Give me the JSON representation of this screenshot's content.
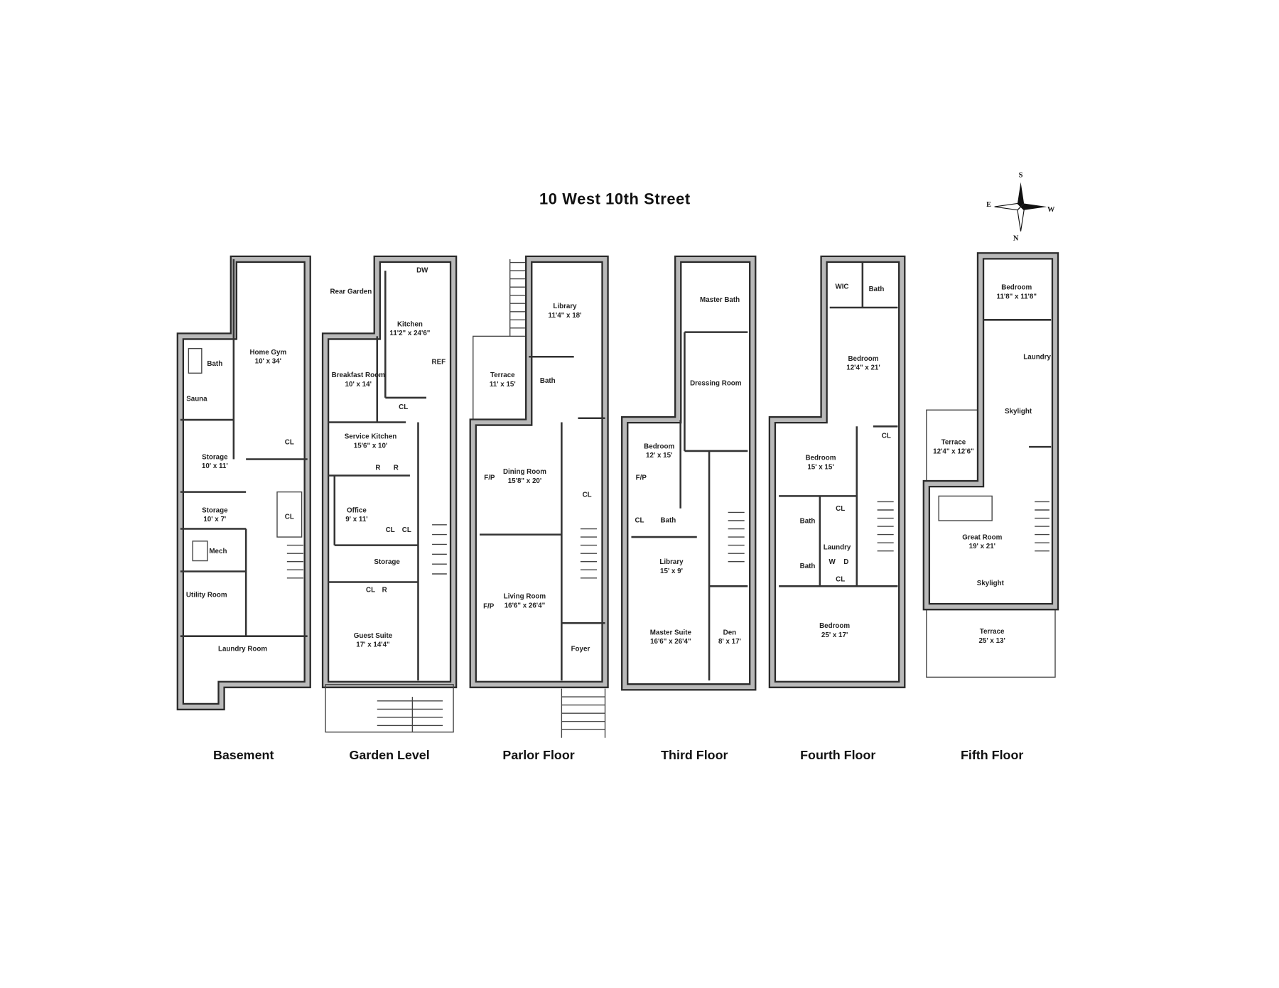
{
  "title": "10 West 10th Street",
  "compass": {
    "north": "N",
    "south": "S",
    "east": "E",
    "west": "W"
  },
  "floors": [
    {
      "label": "Basement",
      "rooms": [
        {
          "name": "Home Gym",
          "dims": "10' x 34'"
        },
        {
          "name": "Bath",
          "dims": ""
        },
        {
          "name": "Sauna",
          "dims": ""
        },
        {
          "name": "Storage",
          "dims": "10' x 11'"
        },
        {
          "name": "CL",
          "dims": ""
        },
        {
          "name": "CL",
          "dims": ""
        },
        {
          "name": "Storage",
          "dims": "10' x 7'"
        },
        {
          "name": "Mech",
          "dims": ""
        },
        {
          "name": "Utility Room",
          "dims": ""
        },
        {
          "name": "Laundry Room",
          "dims": ""
        }
      ]
    },
    {
      "label": "Garden Level",
      "rooms": [
        {
          "name": "Rear Garden",
          "dims": ""
        },
        {
          "name": "DW",
          "dims": ""
        },
        {
          "name": "Kitchen",
          "dims": "11'2\" x 24'6\""
        },
        {
          "name": "REF",
          "dims": ""
        },
        {
          "name": "Breakfast Room",
          "dims": "10' x 14'"
        },
        {
          "name": "CL",
          "dims": ""
        },
        {
          "name": "Service Kitchen",
          "dims": "15'6\" x 10'"
        },
        {
          "name": "R",
          "dims": ""
        },
        {
          "name": "R",
          "dims": ""
        },
        {
          "name": "Office",
          "dims": "9' x 11'"
        },
        {
          "name": "CL",
          "dims": ""
        },
        {
          "name": "CL",
          "dims": ""
        },
        {
          "name": "Storage",
          "dims": ""
        },
        {
          "name": "CL",
          "dims": ""
        },
        {
          "name": "R",
          "dims": ""
        },
        {
          "name": "Guest Suite",
          "dims": "17' x 14'4\""
        }
      ]
    },
    {
      "label": "Parlor Floor",
      "rooms": [
        {
          "name": "Library",
          "dims": "11'4\" x 18'"
        },
        {
          "name": "Terrace",
          "dims": "11' x 15'"
        },
        {
          "name": "Bath",
          "dims": ""
        },
        {
          "name": "Dining Room",
          "dims": "15'8\" x 20'"
        },
        {
          "name": "F/P",
          "dims": ""
        },
        {
          "name": "CL",
          "dims": ""
        },
        {
          "name": "Living Room",
          "dims": "16'6\" x 26'4\""
        },
        {
          "name": "F/P",
          "dims": ""
        },
        {
          "name": "Foyer",
          "dims": ""
        }
      ]
    },
    {
      "label": "Third Floor",
      "rooms": [
        {
          "name": "Master Bath",
          "dims": ""
        },
        {
          "name": "Dressing Room",
          "dims": ""
        },
        {
          "name": "Bedroom",
          "dims": "12' x 15'"
        },
        {
          "name": "F/P",
          "dims": ""
        },
        {
          "name": "CL",
          "dims": ""
        },
        {
          "name": "Bath",
          "dims": ""
        },
        {
          "name": "Library",
          "dims": "15' x 9'"
        },
        {
          "name": "Master Suite",
          "dims": "16'6\" x 26'4\""
        },
        {
          "name": "Den",
          "dims": "8' x 17'"
        }
      ]
    },
    {
      "label": "Fourth Floor",
      "rooms": [
        {
          "name": "WIC",
          "dims": ""
        },
        {
          "name": "Bath",
          "dims": ""
        },
        {
          "name": "Bedroom",
          "dims": "12'4\" x 21'"
        },
        {
          "name": "CL",
          "dims": ""
        },
        {
          "name": "Bedroom",
          "dims": "15' x 15'"
        },
        {
          "name": "CL",
          "dims": ""
        },
        {
          "name": "Bath",
          "dims": ""
        },
        {
          "name": "Laundry",
          "dims": ""
        },
        {
          "name": "W",
          "dims": ""
        },
        {
          "name": "D",
          "dims": ""
        },
        {
          "name": "Bath",
          "dims": ""
        },
        {
          "name": "CL",
          "dims": ""
        },
        {
          "name": "Bedroom",
          "dims": "25' x 17'"
        }
      ]
    },
    {
      "label": "Fifth Floor",
      "rooms": [
        {
          "name": "Bedroom",
          "dims": "11'8\" x 11'8\""
        },
        {
          "name": "Laundry",
          "dims": ""
        },
        {
          "name": "Skylight",
          "dims": ""
        },
        {
          "name": "Terrace",
          "dims": "12'4\" x 12'6\""
        },
        {
          "name": "Great Room",
          "dims": "19' x 21'"
        },
        {
          "name": "Skylight",
          "dims": ""
        },
        {
          "name": "Terrace",
          "dims": "25' x 13'"
        }
      ]
    }
  ]
}
